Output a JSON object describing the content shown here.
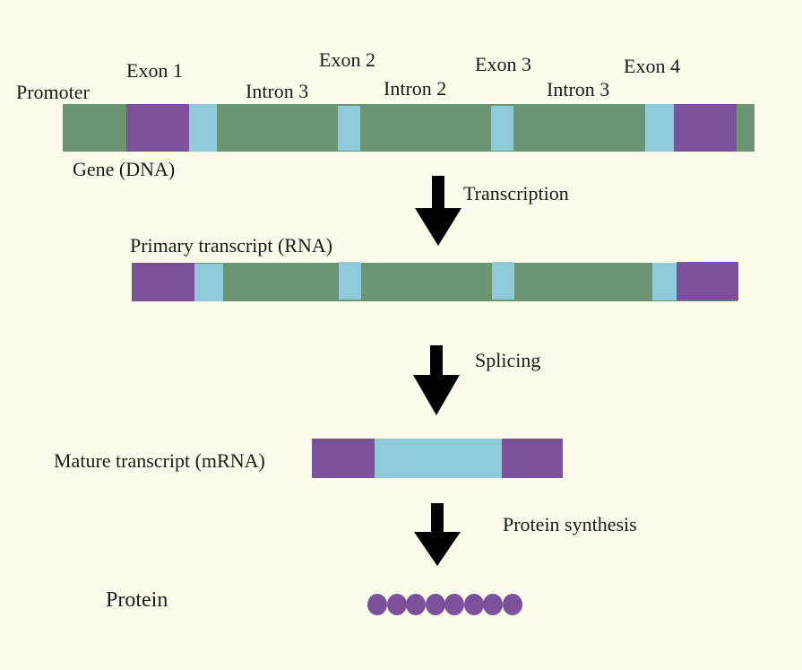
{
  "dna": {
    "label": "Gene (DNA)",
    "promoter_label": "Promoter",
    "feature_labels": [
      "Exon 1",
      "Exon 2",
      "Exon 3",
      "Exon 4",
      "Intron 3",
      "Intron 2",
      "Intron 3"
    ]
  },
  "steps": {
    "transcription": "Transcription",
    "splicing": "Splicing",
    "protein_synthesis": "Protein synthesis"
  },
  "primary": {
    "label": "Primary transcript (RNA)"
  },
  "mature": {
    "label": "Mature transcript (mRNA)"
  },
  "protein": {
    "label": "Protein",
    "residue_count": 8
  },
  "colors": {
    "background": "#fdfbea",
    "intron": "#6a9472",
    "exon": "#7b519c",
    "splice": "#8ecad8",
    "arrow": "#000000"
  }
}
